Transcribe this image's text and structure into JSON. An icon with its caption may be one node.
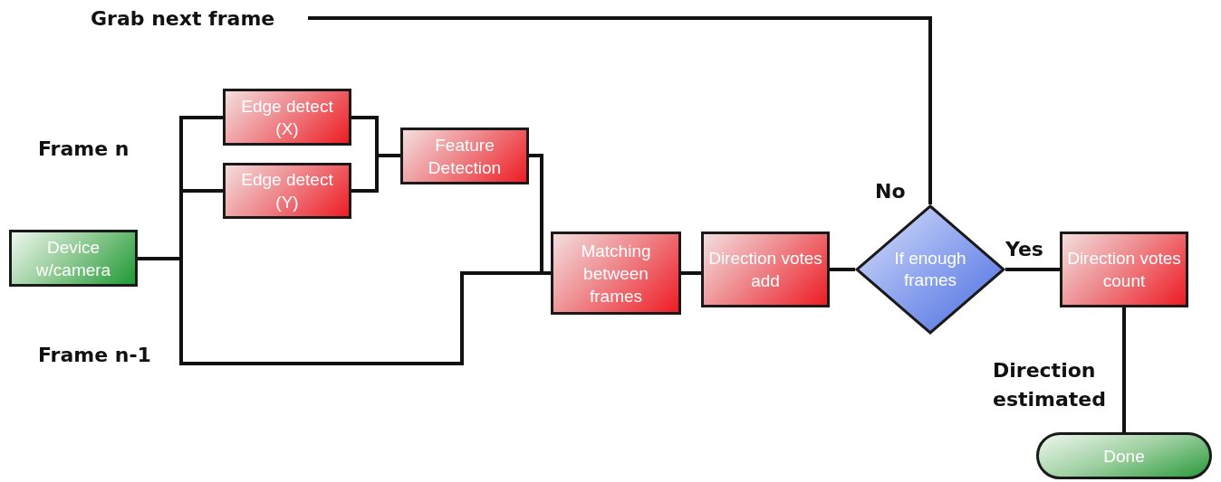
{
  "diagram": {
    "nodes": [
      {
        "text": [
          "Device w/camera"
        ]
      },
      {
        "text": [
          "Edge detect (X)"
        ]
      },
      {
        "text": [
          "Edge detect (Y)"
        ]
      },
      {
        "text": [
          "Feature Detection"
        ]
      },
      {
        "text": [
          "Matching between frames"
        ]
      },
      {
        "text": [
          "Direction votes add"
        ]
      },
      {
        "text": [
          "If enough frames"
        ]
      },
      {
        "text": [
          "Direction votes count"
        ]
      },
      {
        "text": [
          "Done"
        ]
      },
      {
        "text": [
          "Grab next frame"
        ]
      }
    ],
    "edges": [
      {
        "from": 0,
        "to": 1,
        "arrow": "none"
      },
      {
        "from": 0,
        "to": 2,
        "arrow": "none"
      },
      {
        "from": 0,
        "to": 4,
        "arrow": "none"
      },
      {
        "from": 1,
        "to": 3,
        "arrow": "none"
      },
      {
        "from": 2,
        "to": 3,
        "arrow": "none"
      },
      {
        "from": 3,
        "to": 4,
        "arrow": "none"
      },
      {
        "from": 4,
        "to": 5,
        "arrow": "none"
      },
      {
        "from": 5,
        "to": 6,
        "arrow": "none"
      },
      {
        "from": 6,
        "to": 7,
        "arrow": "none",
        "label": "Yes"
      },
      {
        "from": 6,
        "to": 9,
        "arrow": "none",
        "label": "No"
      },
      {
        "from": 7,
        "to": 8,
        "arrow": "none",
        "label": "Direction estimated"
      }
    ],
    "labels": [
      "Frame n",
      "Frame n-1"
    ]
  }
}
